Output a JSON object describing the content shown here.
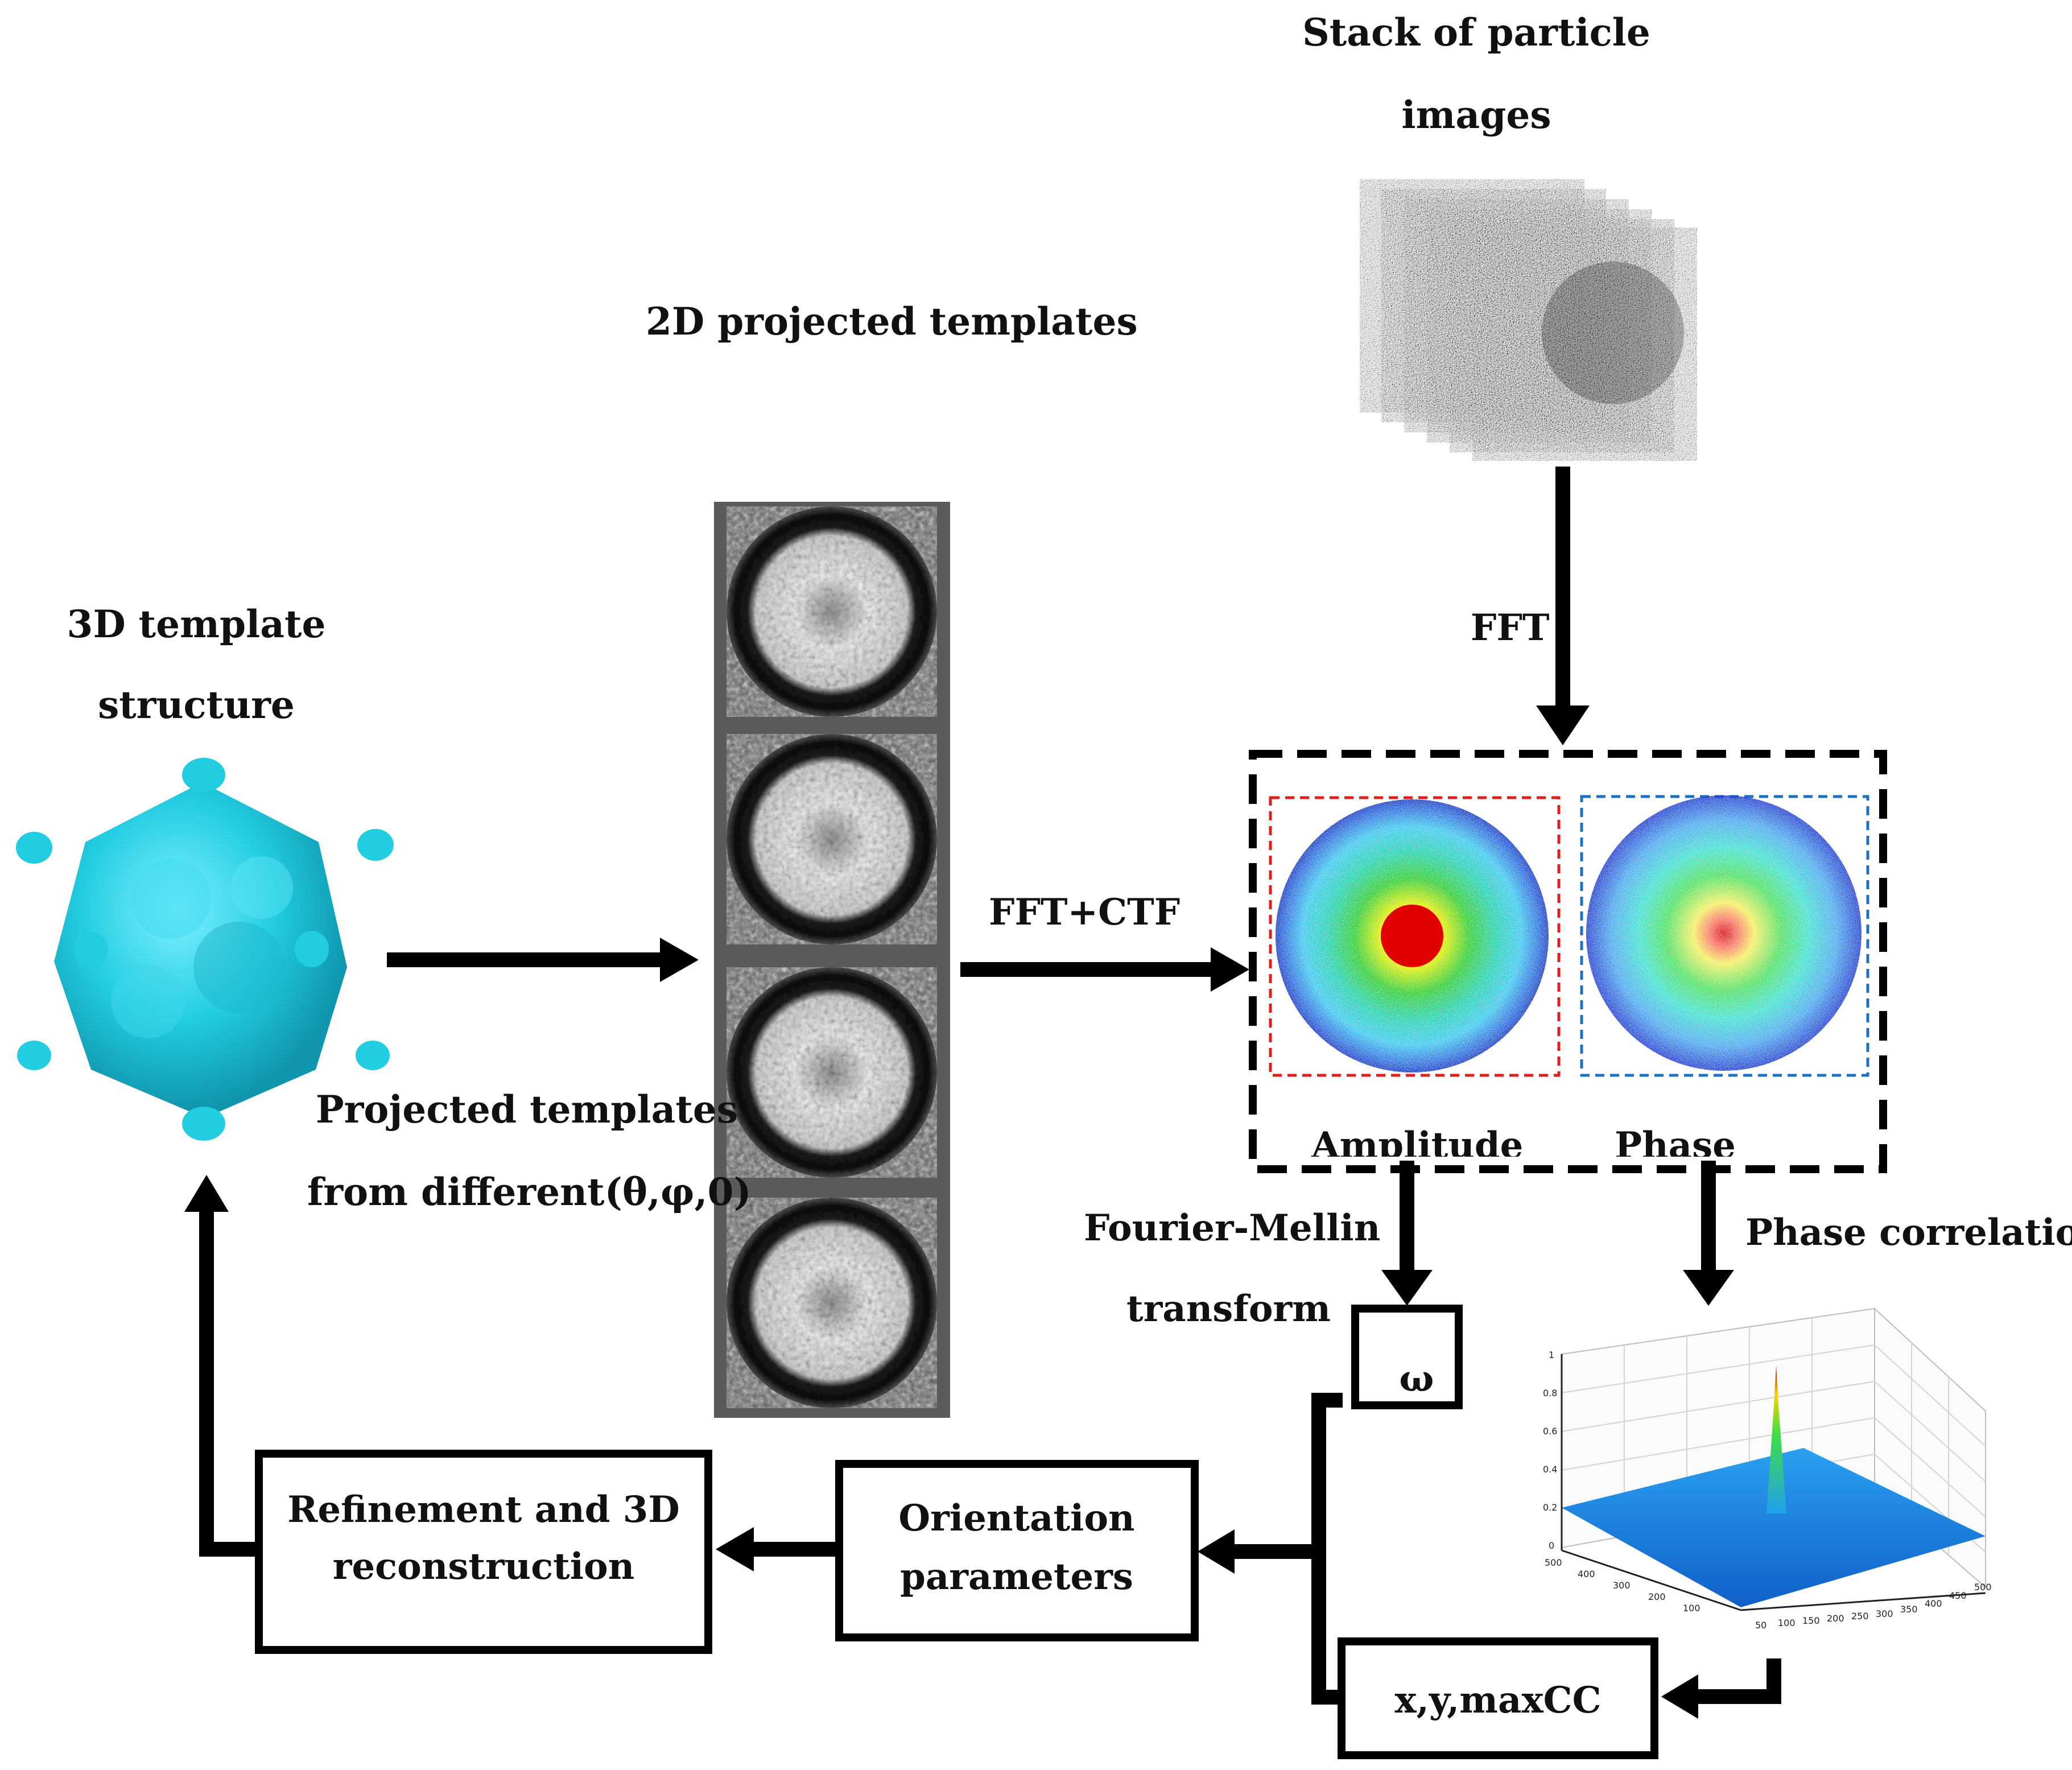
{
  "labels": {
    "stack_line1": "Stack of particle",
    "stack_line2": "images",
    "projected_2d": "2D projected templates",
    "template3d_line1": "3D template",
    "template3d_line2": "structure",
    "fft": "FFT",
    "fft_ctf": "FFT+CTF",
    "projected_line1": "Projected templates",
    "projected_line2": "from different(θ,φ,0)",
    "amplitude": "Amplitude",
    "phase": "Phase",
    "fourier_line1": "Fourier-Mellin",
    "fourier_line2": "transform",
    "phase_corr": "Phase correlation",
    "omega": "ω",
    "orientation_line1": "Orientation",
    "orientation_line2": "parameters",
    "refinement_line1": "Refinement and 3D",
    "refinement_line2": "reconstruction",
    "xymaxcc": "x,y,maxCC"
  },
  "surface_plot": {
    "z_ticks": [
      "0",
      "0.2",
      "0.4",
      "0.6",
      "0.8",
      "1"
    ],
    "x_ticks": [
      "50",
      "100",
      "150",
      "200",
      "250",
      "300",
      "350",
      "400",
      "450",
      "500"
    ],
    "y_ticks": [
      "100",
      "200",
      "300",
      "400",
      "500"
    ]
  },
  "colors": {
    "virus": "#2ed4e6",
    "amplitude_frame": "#e01e1e",
    "phase_frame": "#1e6fc8",
    "surface": "#1e90e6",
    "arrow": "#000000"
  }
}
